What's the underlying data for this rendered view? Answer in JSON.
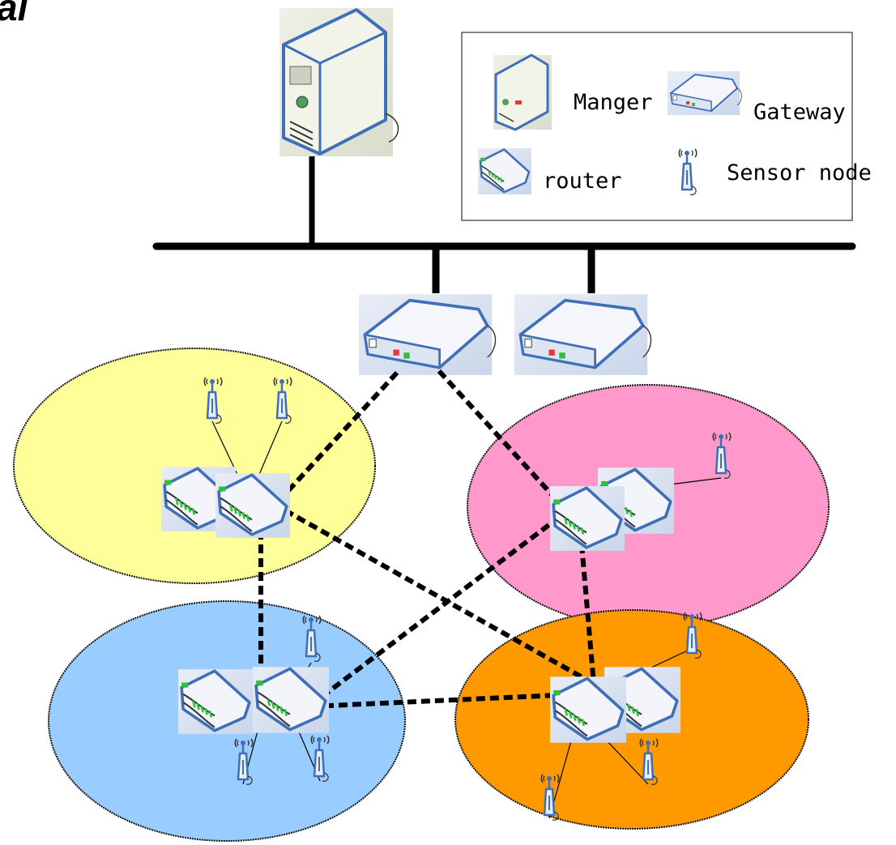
{
  "corner_text": "al",
  "legend": {
    "manager": "Manger",
    "gateway": "Gateway",
    "router": "router",
    "sensor": "Sensor node"
  },
  "colors": {
    "cluster_top_left": "#ffff99",
    "cluster_top_right": "#ff99cc",
    "cluster_bottom_left": "#99ccff",
    "cluster_bottom_right": "#ff9900",
    "device_outline": "#3f6fb8",
    "link": "#000000"
  },
  "icons": [
    "server-icon",
    "gateway-icon",
    "router-icon",
    "sensor-node-icon"
  ]
}
